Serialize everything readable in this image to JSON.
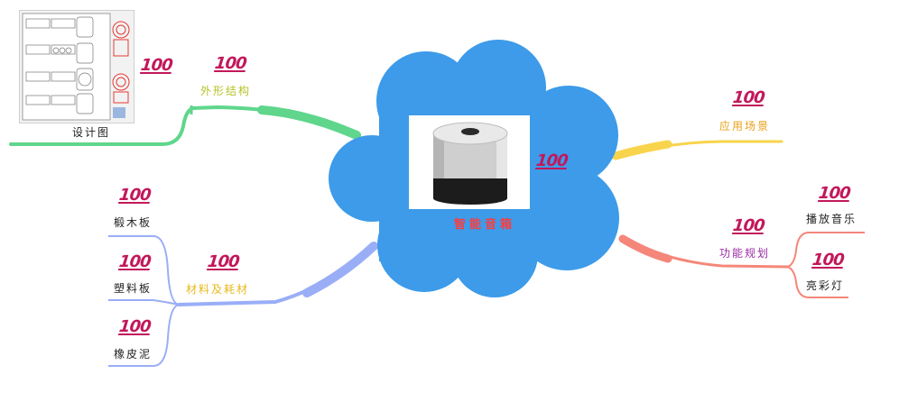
{
  "center": {
    "title": "智能音箱",
    "title_color": "#ff3b3b",
    "cloud_color": "#3d9be9"
  },
  "badge": {
    "text": "100",
    "color": "#c2185b"
  },
  "branches": [
    {
      "id": "appearance",
      "label": "外形结构",
      "color": "#5fd68c",
      "label_color": "#b7c229",
      "children": [
        {
          "label": "设计图",
          "image": "design-drawing"
        }
      ]
    },
    {
      "id": "materials",
      "label": "材料及耗材",
      "color": "#9aaef7",
      "label_color": "#e8b81a",
      "children": [
        {
          "label": "椴木板"
        },
        {
          "label": "塑料板"
        },
        {
          "label": "橡皮泥"
        }
      ]
    },
    {
      "id": "scenarios",
      "label": "应用场景",
      "color": "#f8d44c",
      "label_color": "#e8a21a",
      "children": []
    },
    {
      "id": "functions",
      "label": "功能规划",
      "color": "#f4877a",
      "label_color": "#9b2ca3",
      "children": [
        {
          "label": "播放音乐"
        },
        {
          "label": "亮彩灯"
        }
      ]
    }
  ]
}
